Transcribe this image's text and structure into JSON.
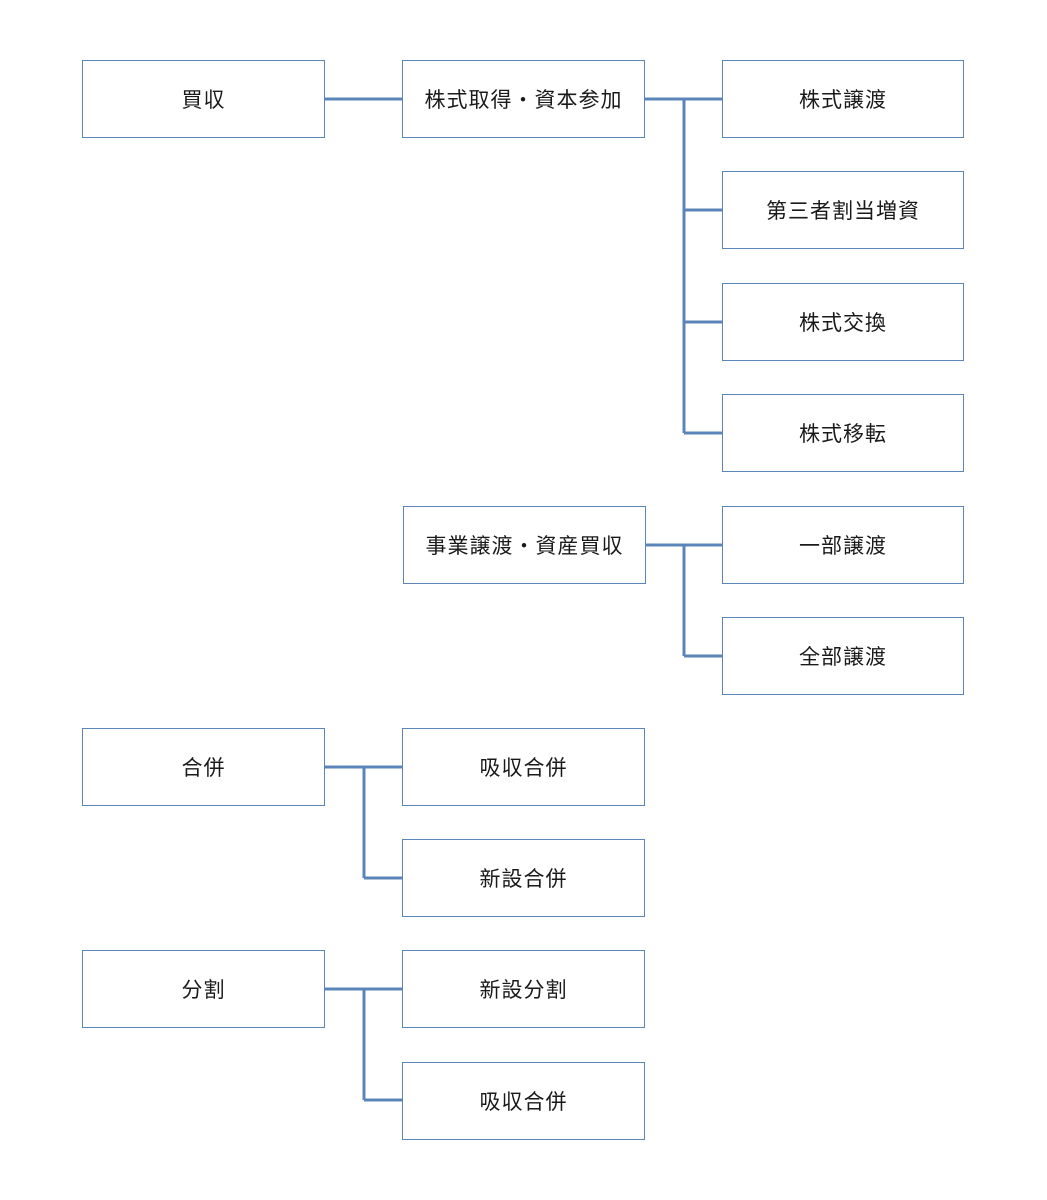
{
  "colors": {
    "connector": "#5b84b8",
    "box_border": "#5b84b8",
    "text": "#1a1a1a"
  },
  "diagram": {
    "acquisition": {
      "label": "買収",
      "share_acquisition": {
        "label": "株式取得・資本参加",
        "children": [
          "株式譲渡",
          "第三者割当増資",
          "株式交換",
          "株式移転"
        ]
      },
      "business_transfer": {
        "label": "事業譲渡・資産買収",
        "children": [
          "一部譲渡",
          "全部譲渡"
        ]
      }
    },
    "merger": {
      "label": "合併",
      "children": [
        "吸収合併",
        "新設合併"
      ]
    },
    "split": {
      "label": "分割",
      "children": [
        "新設分割",
        "吸収合併"
      ]
    }
  }
}
